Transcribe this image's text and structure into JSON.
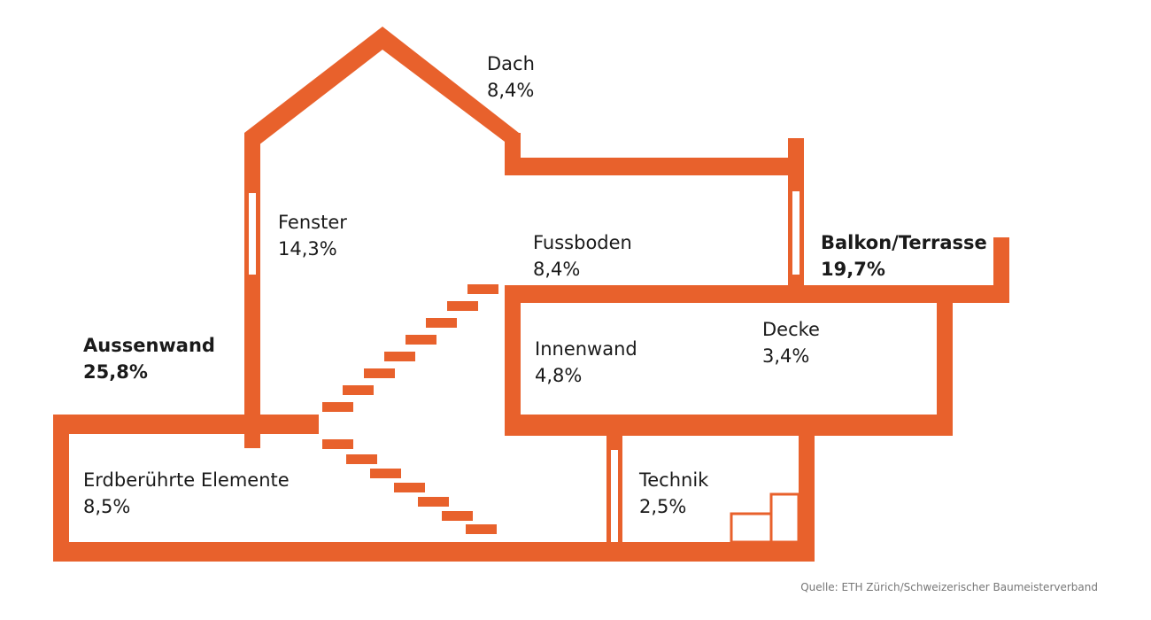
{
  "colors": {
    "structure": "#E8612C",
    "text": "#1a1a1a",
    "source_text": "#777777"
  },
  "components": [
    {
      "id": "dach",
      "name": "Dach",
      "value": "8,4%",
      "emphasis": false
    },
    {
      "id": "fenster",
      "name": "Fenster",
      "value": "14,3%",
      "emphasis": false
    },
    {
      "id": "fussboden",
      "name": "Fussboden",
      "value": "8,4%",
      "emphasis": false
    },
    {
      "id": "balkon",
      "name": "Balkon/Terrasse",
      "value": "19,7%",
      "emphasis": true
    },
    {
      "id": "aussenwand",
      "name": "Aussenwand",
      "value": "25,8%",
      "emphasis": true
    },
    {
      "id": "innenwand",
      "name": "Innenwand",
      "value": "4,8%",
      "emphasis": false
    },
    {
      "id": "decke",
      "name": "Decke",
      "value": "3,4%",
      "emphasis": false
    },
    {
      "id": "erdberuehrte",
      "name": "Erdberührte Elemente",
      "value": "8,5%",
      "emphasis": false
    },
    {
      "id": "technik",
      "name": "Technik",
      "value": "2,5%",
      "emphasis": false
    }
  ],
  "source": "Quelle: ETH Zürich/Schweizerischer Baumeisterverband"
}
